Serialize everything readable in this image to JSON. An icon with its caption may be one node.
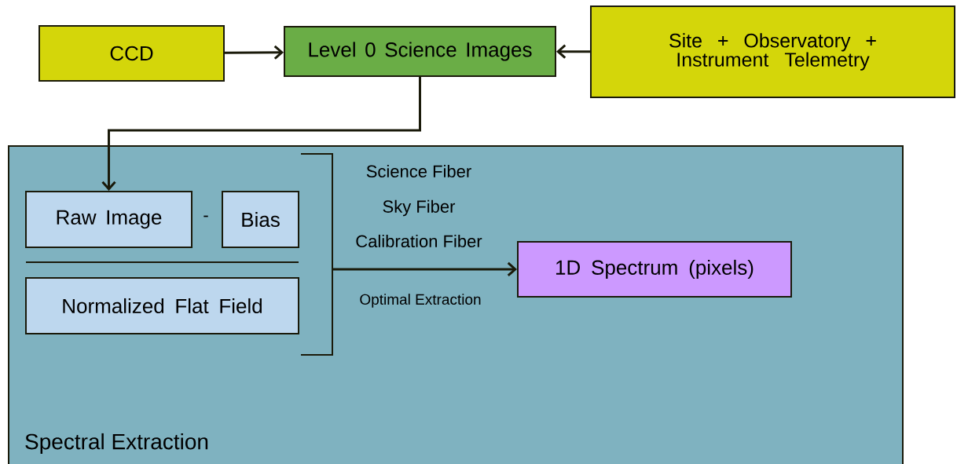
{
  "diagram": {
    "nodes": [
      {
        "text": [
          "CCD"
        ]
      },
      {
        "text": [
          "Level 0 Science Images"
        ]
      },
      {
        "text": [
          "Site + Observatory + Instrument Telemetry"
        ]
      },
      {
        "text": [
          "Spectral Extraction"
        ]
      },
      {
        "text": [
          "Raw Image"
        ],
        "in": 3
      },
      {
        "text": [
          "Bias"
        ],
        "in": 3
      },
      {
        "text": [
          "Normalized Flat Field"
        ],
        "in": 3
      },
      {
        "text": [
          "1D Spectrum (pixels)"
        ],
        "in": 3
      },
      {
        "text": [],
        "shape": "bracket",
        "in": 3
      }
    ],
    "edges": [
      {
        "from": 0,
        "to": 1,
        "arrow": "to"
      },
      {
        "from": 2,
        "to": 1,
        "arrow": "to"
      },
      {
        "from": 1,
        "to": 4,
        "arrow": "to"
      },
      {
        "from": 8,
        "to": 7,
        "arrow": "to",
        "label": "Optimal Extraction"
      }
    ],
    "labels": [
      "-",
      "Science Fiber",
      "Sky Fiber",
      "Calibration Fiber"
    ]
  }
}
